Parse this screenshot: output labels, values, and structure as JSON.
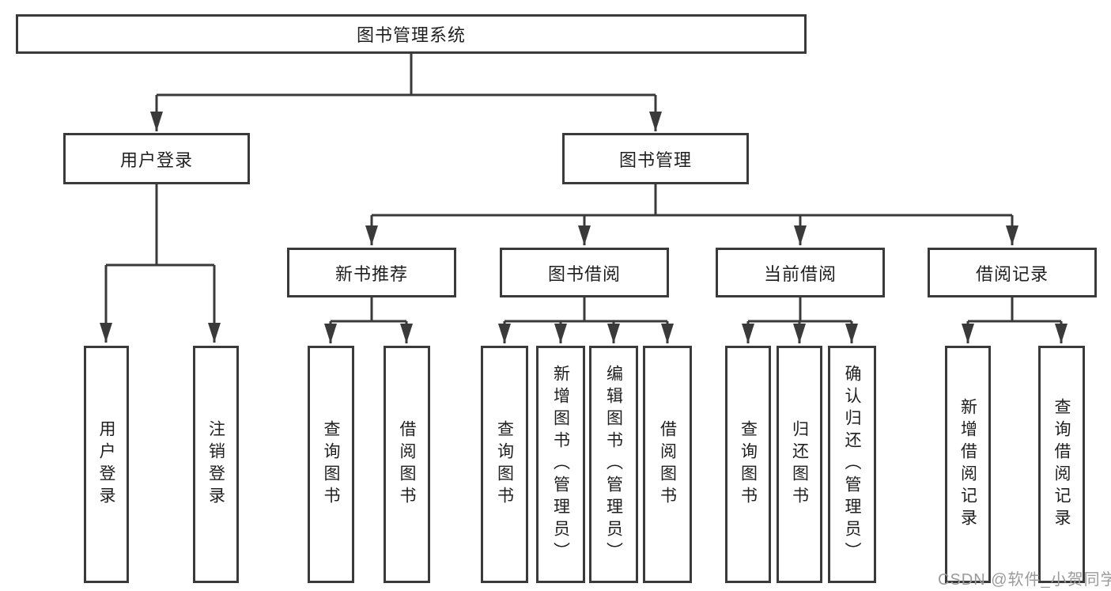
{
  "diagram": {
    "root": {
      "label": "图书管理系统"
    },
    "branches": {
      "user_login": {
        "label": "用户登录",
        "children": [
          "用户登录",
          "注销登录"
        ]
      },
      "book_mgmt": {
        "label": "图书管理"
      },
      "new_books": {
        "label": "新书推荐",
        "children": [
          "查询图书",
          "借阅图书"
        ]
      },
      "book_borrow": {
        "label": "图书借阅",
        "children": [
          "查询图书",
          "新增图书（管理员）",
          "编辑图书（管理员）",
          "借阅图书"
        ]
      },
      "current_borrow": {
        "label": "当前借阅",
        "children": [
          "查询图书",
          "归还图书",
          "确认归还（管理员）"
        ]
      },
      "borrow_records": {
        "label": "借阅记录",
        "children": [
          "新增借阅记录",
          "查询借阅记录"
        ]
      }
    }
  },
  "watermark": {
    "text": "CSDN @软件_小贺同学"
  },
  "colors": {
    "line": "#3a3a3a",
    "text": "#1f1f1f",
    "background": "#ffffff",
    "watermark": "#9b9b9b"
  }
}
